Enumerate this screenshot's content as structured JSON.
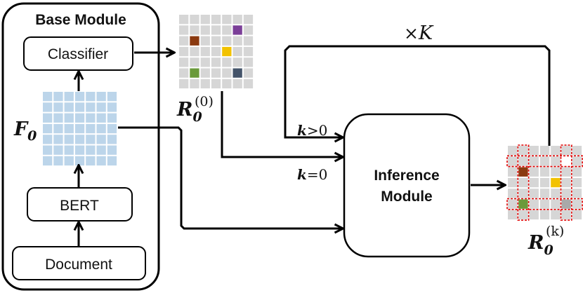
{
  "base_module": {
    "title": "Base Module"
  },
  "classifier": {
    "label": "Classifier"
  },
  "bert": {
    "label": "BERT"
  },
  "document": {
    "label": "Document"
  },
  "inference": {
    "label_line1": "Inference",
    "label_line2": "Module"
  },
  "labels": {
    "f0_main": "F",
    "f0_sub": "0",
    "r0_main": "R",
    "r0_sub": "0",
    "r0_sup": "(0)",
    "rk_main": "R",
    "rk_sub": "0",
    "rk_sup": "(k)",
    "k_gt_var": "k",
    "k_gt_rest": ">0",
    "k_eq_var": "k",
    "k_eq_rest": "=0",
    "times_k_symbol": "×",
    "times_k_var": "K"
  },
  "colors": {
    "grid_cell": "#d6d6d6",
    "feature_cell": "#bcd5ea",
    "purple": "#7b3f98",
    "brown": "#8b3a10",
    "yellow": "#f2c200",
    "green": "#6a9a3a",
    "slate": "#44546a",
    "grey_cell": "#a9a9a9",
    "dashed_red": "#e00000"
  },
  "grid_r0": {
    "rows": 7,
    "cols": 7,
    "colored_cells": [
      {
        "row": 1,
        "col": 5,
        "color": "purple"
      },
      {
        "row": 2,
        "col": 1,
        "color": "brown"
      },
      {
        "row": 3,
        "col": 4,
        "color": "yellow"
      },
      {
        "row": 5,
        "col": 1,
        "color": "green"
      },
      {
        "row": 5,
        "col": 5,
        "color": "slate"
      }
    ]
  },
  "grid_rk": {
    "rows": 7,
    "cols": 7,
    "colored_cells": [
      {
        "row": 1,
        "col": 5,
        "color": "highlight"
      },
      {
        "row": 2,
        "col": 1,
        "color": "brown"
      },
      {
        "row": 3,
        "col": 4,
        "color": "yellow"
      },
      {
        "row": 5,
        "col": 1,
        "color": "green"
      },
      {
        "row": 5,
        "col": 5,
        "color": "grey_cell"
      }
    ],
    "highlight_rows": [
      1,
      5
    ],
    "highlight_cols": [
      1,
      5
    ]
  },
  "grid_f0": {
    "rows": 7,
    "cols": 7
  }
}
